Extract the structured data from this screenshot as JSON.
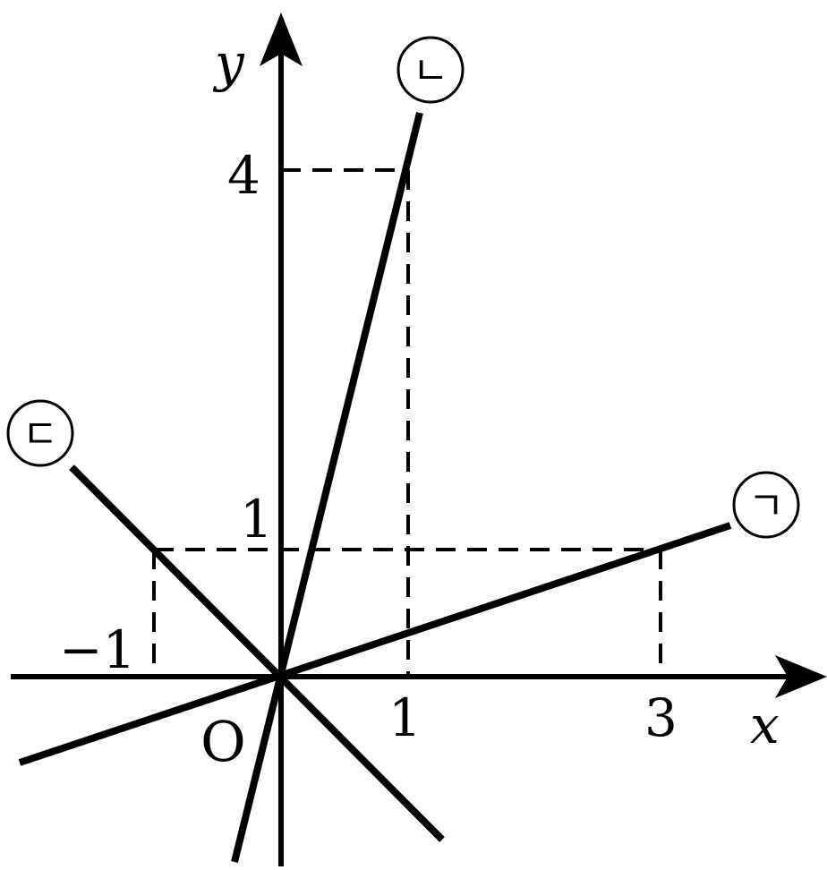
{
  "axes": {
    "x_label": "x",
    "y_label": "y",
    "origin_label": "O"
  },
  "ticks": {
    "x_neg1": "−1",
    "x_1": "1",
    "x_3": "3",
    "y_1": "1",
    "y_4": "4"
  },
  "lines": [
    {
      "label": "ㄱ",
      "points": [
        [
          0,
          0
        ],
        [
          3,
          1
        ]
      ]
    },
    {
      "label": "ㄴ",
      "points": [
        [
          0,
          0
        ],
        [
          1,
          4
        ]
      ]
    },
    {
      "label": "ㄷ",
      "points": [
        [
          0,
          0
        ],
        [
          -1,
          1
        ]
      ]
    }
  ]
}
